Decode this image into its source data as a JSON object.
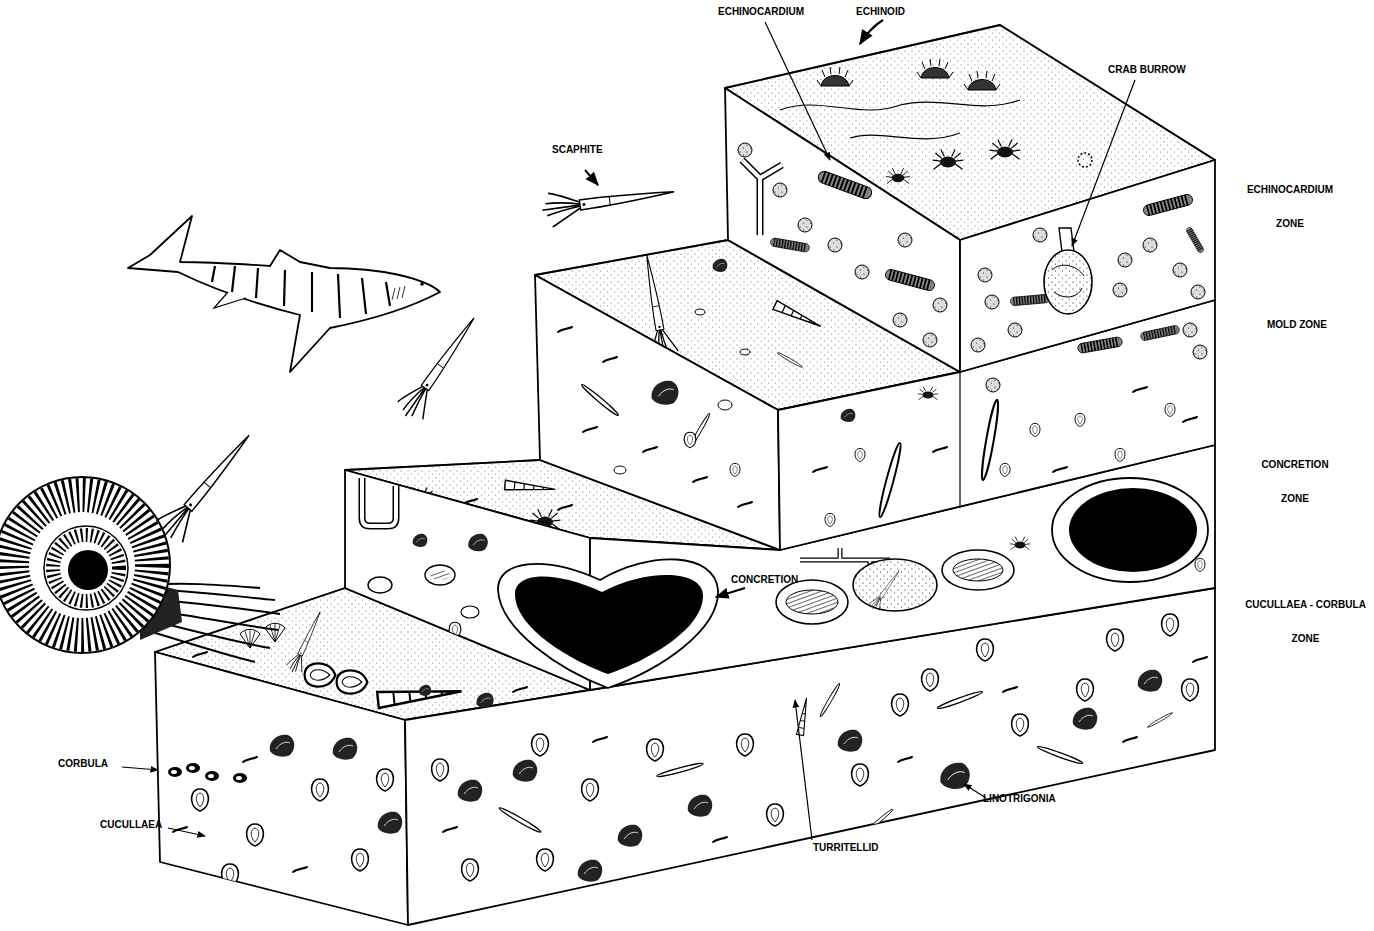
{
  "diagram": {
    "labels": [
      "ECHINOCARDIUM",
      "ECHINOID",
      "CRAB BURROW",
      "SCAPHITE",
      "ECHINOCARDIUM ZONE",
      "MOLD ZONE",
      "CONCRETION ZONE",
      "CONCRETION",
      "CUCULLAEA - CORBULA ZONE",
      "CORBULA",
      "CUCULLAEA",
      "LINOTRIGONIA",
      "TURRITELLID"
    ]
  }
}
